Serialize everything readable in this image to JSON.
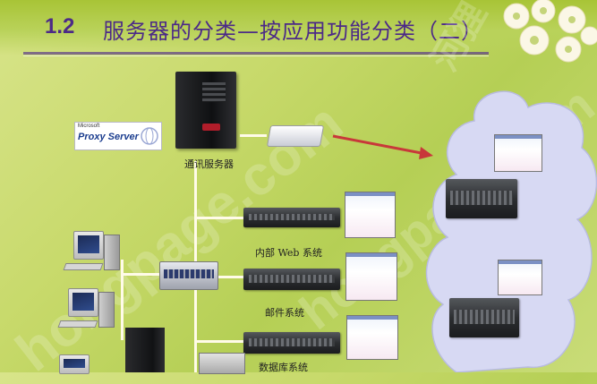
{
  "title": {
    "number": "1.2",
    "text": "服务器的分类—按应用功能分类（二）"
  },
  "watermark": {
    "text": "hongpage.com",
    "brand": "河狸"
  },
  "proxy_logo": {
    "vendor": "Microsoft",
    "product": "Proxy Server"
  },
  "labels": {
    "comm_server": "通讯服务器",
    "intranet_web": "内部 Web 系统",
    "mail_system": "邮件系统",
    "database_system": "数据库系统"
  },
  "colors": {
    "title": "#4c2a87",
    "background": "#c7d96a",
    "connector": "#fffbe8",
    "arrow": "#c8383a",
    "cloud": "#d7d9f3"
  },
  "icons": {
    "tower_server": "tower-server-icon",
    "router": "router-icon",
    "switch": "network-switch-icon",
    "rack_server": "rack-server-icon",
    "workstation": "desktop-pc-icon",
    "internet_cloud": "cloud-icon",
    "flowers": "flower-decoration"
  }
}
